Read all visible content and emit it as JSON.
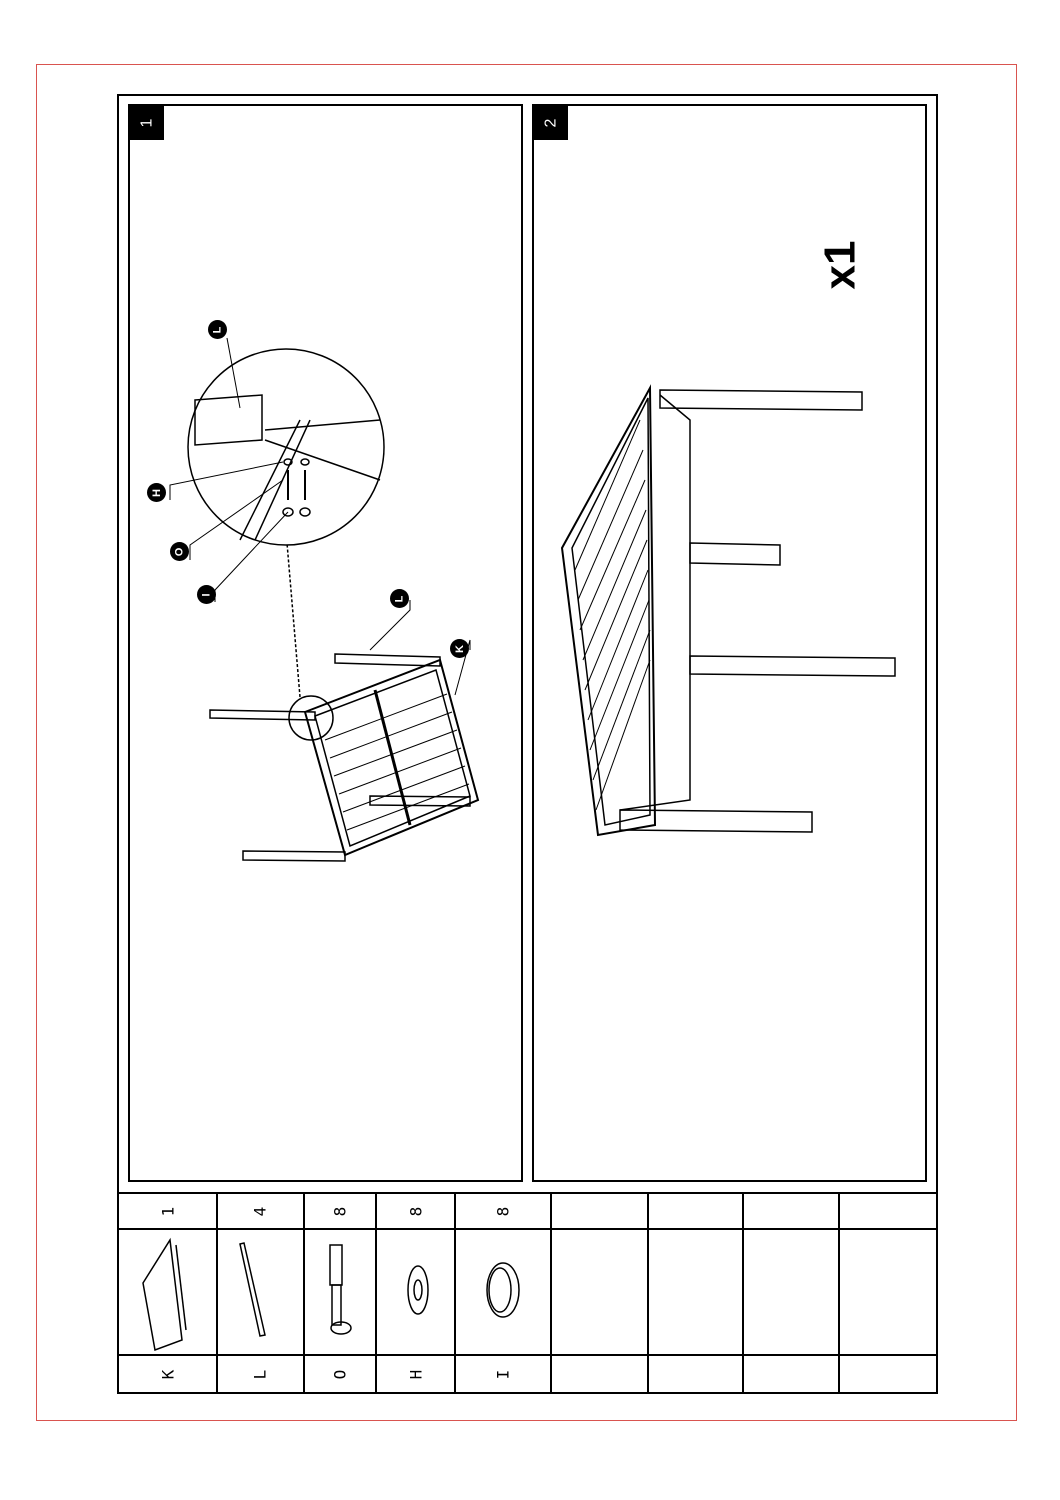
{
  "steps": [
    {
      "number": "1",
      "callouts": [
        "L",
        "H",
        "O",
        "I",
        "L",
        "K"
      ]
    },
    {
      "number": "2",
      "quantity": "x1"
    }
  ],
  "parts": [
    {
      "letter": "K",
      "qty": "1",
      "icon": "tabletop-icon"
    },
    {
      "letter": "L",
      "qty": "4",
      "icon": "leg-icon"
    },
    {
      "letter": "O",
      "qty": "8",
      "icon": "bolt-icon"
    },
    {
      "letter": "H",
      "qty": "8",
      "icon": "washer-icon"
    },
    {
      "letter": "I",
      "qty": "8",
      "icon": "barrel-nut-icon"
    },
    {
      "letter": "",
      "qty": "",
      "icon": ""
    },
    {
      "letter": "",
      "qty": "",
      "icon": ""
    },
    {
      "letter": "",
      "qty": "",
      "icon": ""
    },
    {
      "letter": "",
      "qty": "",
      "icon": ""
    }
  ],
  "colors": {
    "frame_accent": "#d9534f",
    "ink": "#000000"
  }
}
